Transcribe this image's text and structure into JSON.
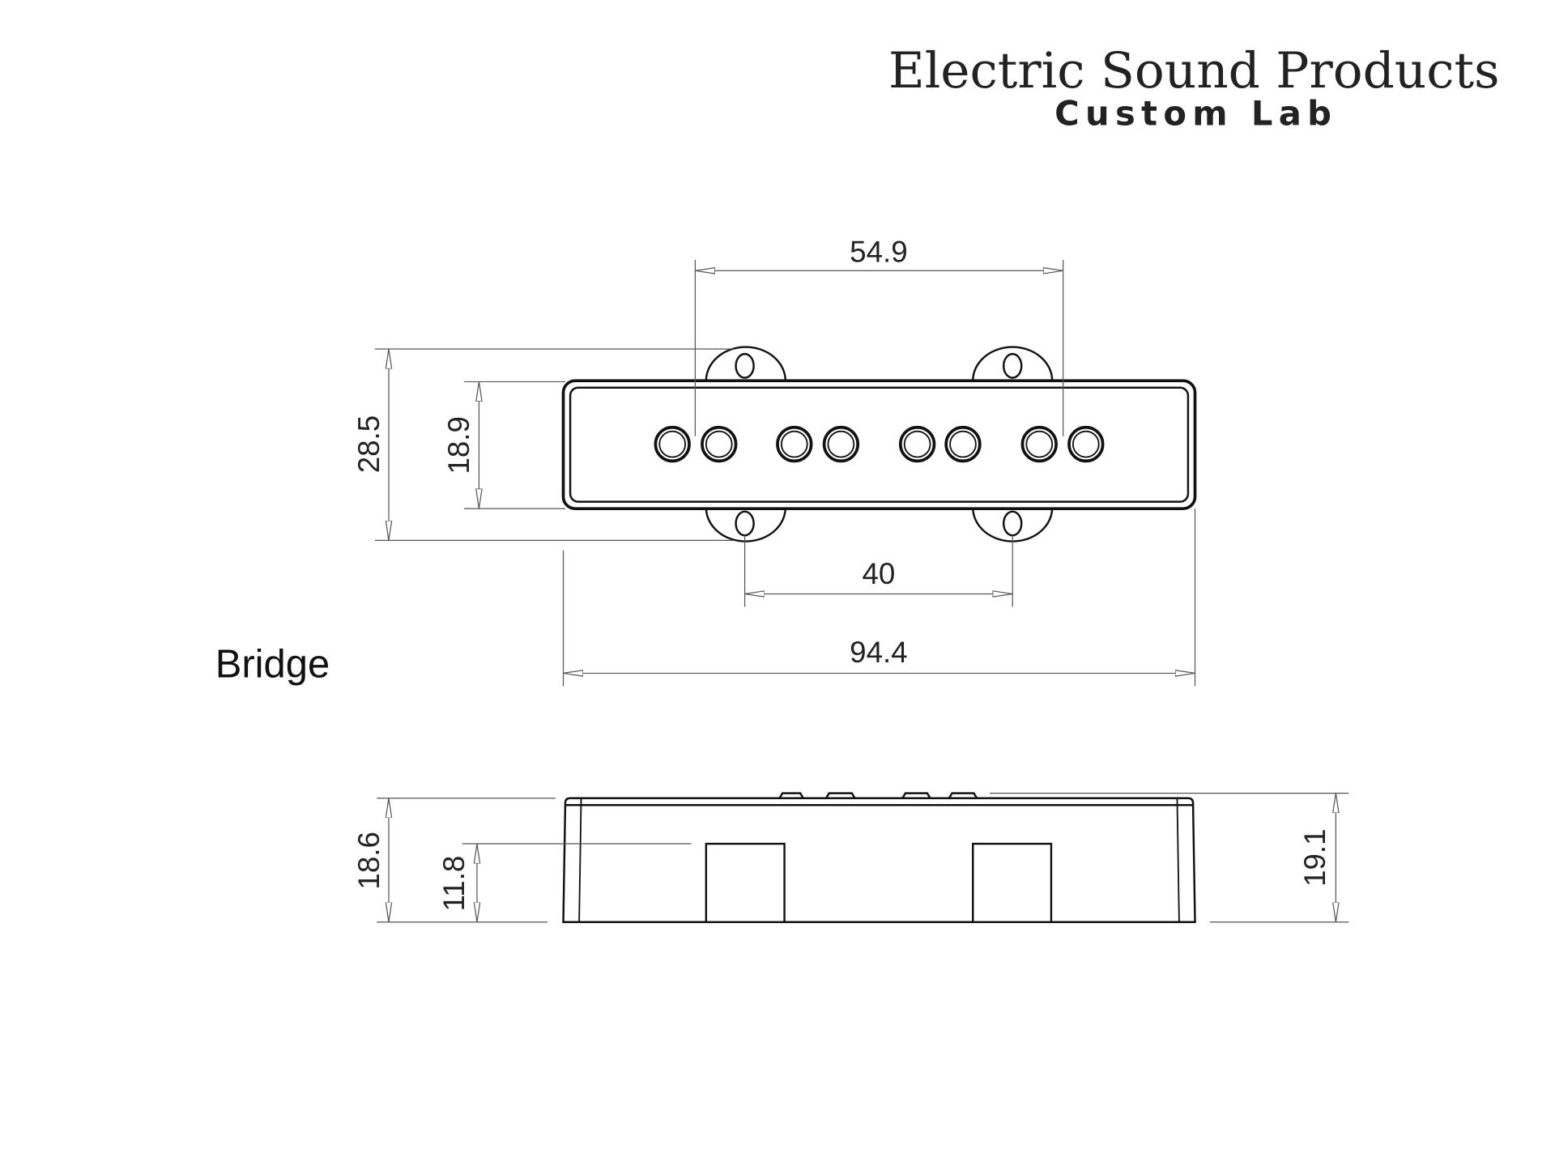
{
  "brand": {
    "line1": "Electric Sound Products",
    "line2": "Custom Lab"
  },
  "view_label": "Bridge",
  "dimensions": {
    "pole_span": "54.9",
    "mount_span": "40",
    "overall_length": "94.4",
    "overall_width": "28.5",
    "body_width": "18.9",
    "height_left": "18.6",
    "foot_height": "11.8",
    "height_right": "19.1"
  }
}
